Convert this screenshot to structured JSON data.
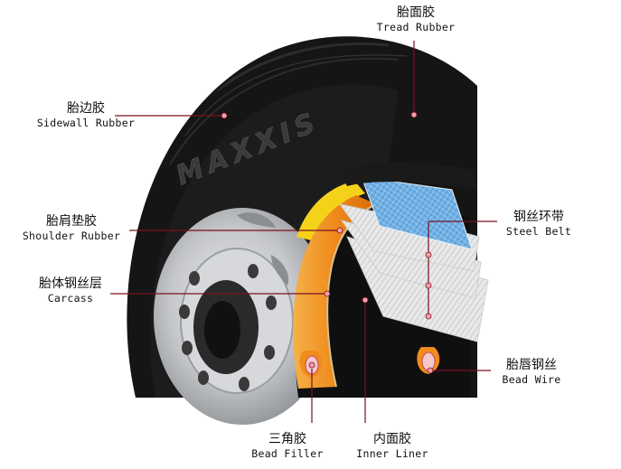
{
  "brand": "MAXXIS",
  "labels": {
    "tread": {
      "zh": "胎面胶",
      "en": "Tread Rubber"
    },
    "sidewall": {
      "zh": "胎边胶",
      "en": "Sidewall Rubber"
    },
    "shoulder": {
      "zh": "胎肩垫胶",
      "en": "Shoulder Rubber"
    },
    "carcass": {
      "zh": "胎体钢丝层",
      "en": "Carcass"
    },
    "steel_belt": {
      "zh": "钢丝环带",
      "en": "Steel Belt"
    },
    "bead_wire": {
      "zh": "胎唇钢丝",
      "en": "Bead Wire"
    },
    "bead_filler": {
      "zh": "三角胶",
      "en": "Bead Filler"
    },
    "inner_liner": {
      "zh": "内面胶",
      "en": "Inner Liner"
    }
  },
  "colors": {
    "leader": "#7a1020",
    "marker": "#f2a0a8",
    "tire": "#151515",
    "steel_belt_top": "#5aa6de",
    "carcass_orange": "#f08c1c",
    "shoulder_yellow": "#f5d21a",
    "rim": "#b9bcc0"
  }
}
